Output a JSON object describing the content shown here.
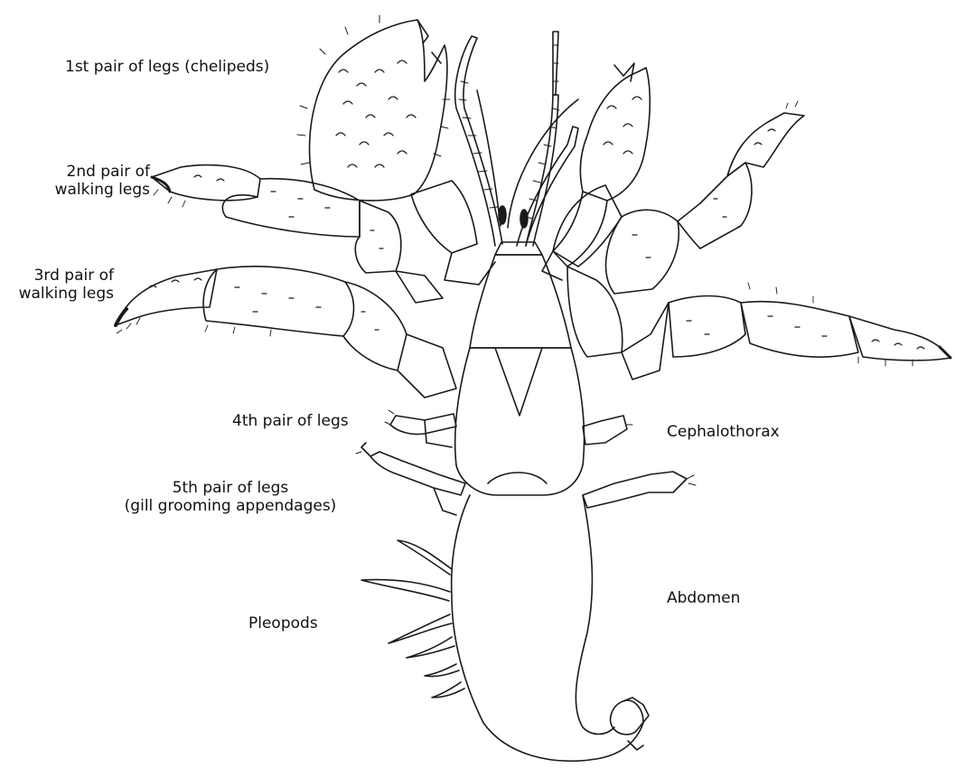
{
  "labels": {
    "first_legs": "1st pair of legs (chelipeds)",
    "second_legs": "2nd pair of\nwalking legs",
    "third_legs": "3rd pair of\nwalking legs",
    "fourth_legs": "4th pair of legs",
    "fifth_legs": "5th pair of legs\n(gill grooming appendages)",
    "pleopods": "Pleopods",
    "cephalothorax": "Cephalothorax",
    "abdomen": "Abdomen"
  },
  "colors": {
    "ink": "#1a1a1a",
    "background": "#ffffff"
  }
}
